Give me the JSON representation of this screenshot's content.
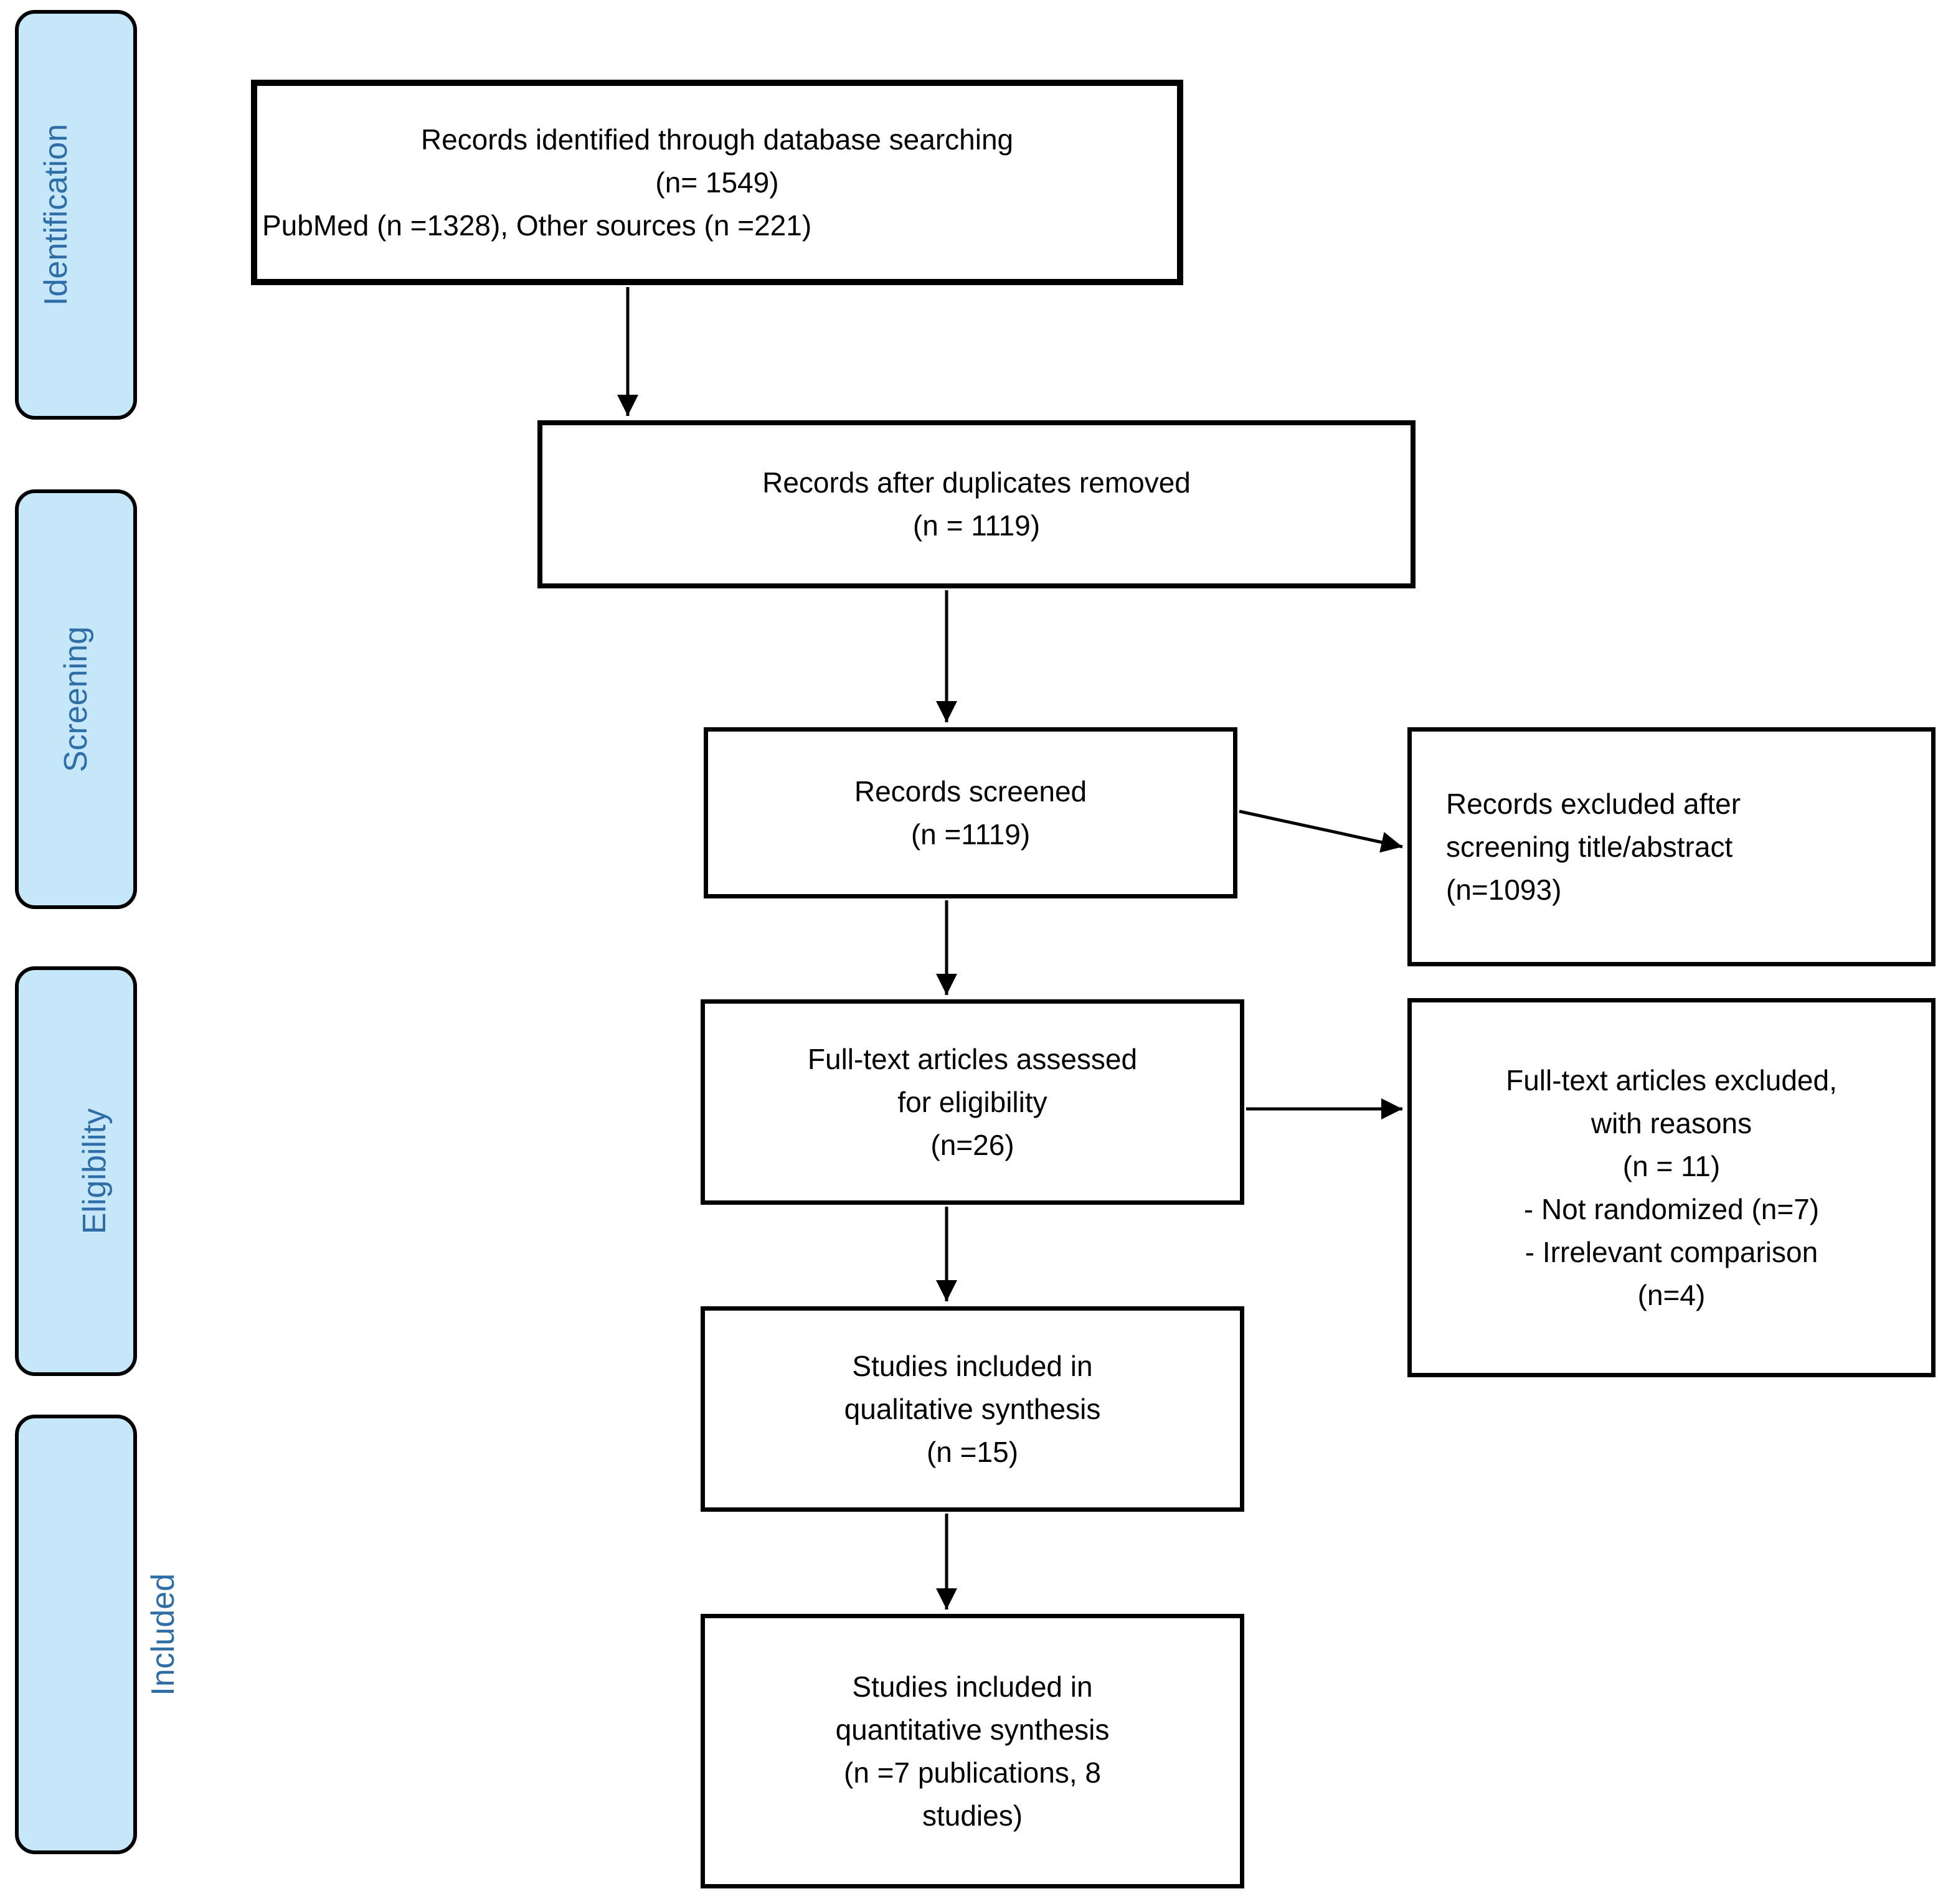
{
  "diagram_type": "prisma-flow-diagram",
  "colors": {
    "background": "#ffffff",
    "stage_fill": "#c6e7fa",
    "stage_text": "#2e6da6",
    "box_border": "#000000",
    "text_color": "#000000"
  },
  "stages": [
    {
      "id": "identification",
      "label": "Identification"
    },
    {
      "id": "screening",
      "label": "Screening"
    },
    {
      "id": "eligibility",
      "label": "Eligibility"
    },
    {
      "id": "included",
      "label": "Included"
    }
  ],
  "boxes": {
    "records_identified": {
      "lines": [
        "Records identified through database searching",
        "(n= 1549)",
        "PubMed (n =1328), Other sources (n =221)"
      ]
    },
    "duplicates_removed": {
      "lines": [
        "Records after duplicates removed",
        "(n = 1119)"
      ]
    },
    "records_screened": {
      "lines": [
        "Records screened",
        "(n =1119)"
      ]
    },
    "records_excluded": {
      "lines": [
        "Records excluded after",
        "screening title/abstract",
        "(n=1093)"
      ]
    },
    "fulltext_assessed": {
      "lines": [
        "Full-text articles assessed",
        "for eligibility",
        "(n=26)"
      ]
    },
    "fulltext_excluded": {
      "lines": [
        "Full-text articles excluded,",
        "with reasons",
        "(n = 11)",
        "- Not randomized (n=7)",
        "- Irrelevant comparison",
        "(n=4)"
      ]
    },
    "qualitative_synthesis": {
      "lines": [
        "Studies included in",
        "qualitative synthesis",
        "(n =15)"
      ]
    },
    "quantitative_synthesis": {
      "lines": [
        "Studies included in",
        "quantitative synthesis",
        "(n =7 publications, 8",
        "studies)"
      ]
    }
  },
  "connections": [
    {
      "from": "records_identified",
      "to": "duplicates_removed"
    },
    {
      "from": "duplicates_removed",
      "to": "records_screened"
    },
    {
      "from": "records_screened",
      "to": "records_excluded"
    },
    {
      "from": "records_screened",
      "to": "fulltext_assessed"
    },
    {
      "from": "fulltext_assessed",
      "to": "fulltext_excluded"
    },
    {
      "from": "fulltext_assessed",
      "to": "qualitative_synthesis"
    },
    {
      "from": "qualitative_synthesis",
      "to": "quantitative_synthesis"
    }
  ]
}
